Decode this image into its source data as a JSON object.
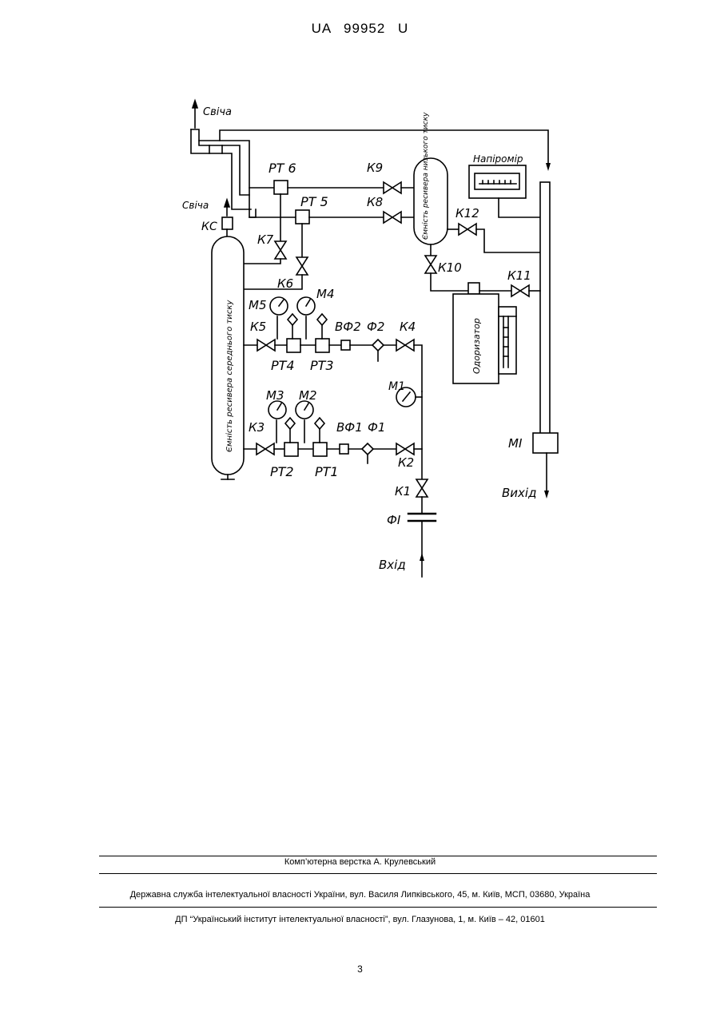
{
  "header": {
    "patent_number": "UA  99952  U"
  },
  "diagram": {
    "labels": {
      "svicha_top": "Свіча",
      "svicha_left": "Свіча",
      "ks": "КС",
      "rt6": "РТ 6",
      "rt5": "РТ 5",
      "k9": "К9",
      "k8": "К8",
      "k7": "К7",
      "k6": "К6",
      "k12": "К12",
      "k10": "К10",
      "k11": "К11",
      "napiromir": "Напіромір",
      "low_receiver": "Ємність ресивера низького тиску",
      "mid_receiver": "Ємність ресивера середнього тиску",
      "odorizer": "Одоризатор",
      "m5": "М5",
      "m4": "М4",
      "k5": "К5",
      "vf2": "ВФ2",
      "f2": "Ф2",
      "k4": "К4",
      "rt4": "РТ4",
      "rt3": "РТ3",
      "m1_gauge": "М1",
      "m3": "М3",
      "m2": "М2",
      "k3": "К3",
      "vf1": "ВФ1",
      "f1": "Ф1",
      "rt2": "РТ2",
      "rt1": "РТ1",
      "k2": "К2",
      "k1": "К1",
      "fi": "ФІ",
      "mi": "МІ",
      "vykhid": "Вихід",
      "vkhid": "Вхід"
    }
  },
  "footer": {
    "layout": "Комп’ютерна верстка А. Крулевський",
    "agency": "Державна служба інтелектуальної власності України, вул. Василя Липківського, 45, м. Київ, МСП, 03680, Україна",
    "institute": "ДП “Український інститут інтелектуальної власності”, вул. Глазунова, 1, м. Київ – 42, 01601",
    "page": "3"
  }
}
